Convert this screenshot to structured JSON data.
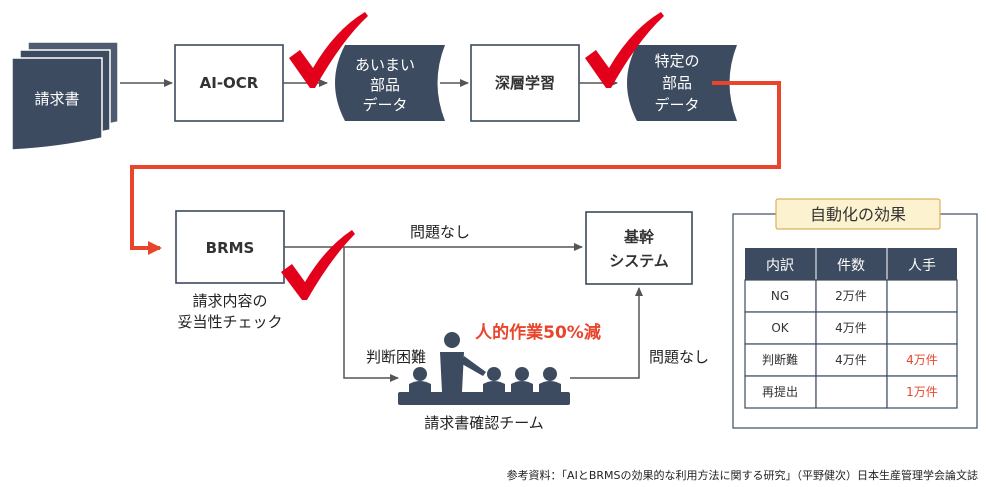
{
  "nodes": {
    "invoice": "請求書",
    "ai_ocr": "AI-OCR",
    "ambiguous_parts": [
      "あいまい",
      "部品",
      "データ"
    ],
    "deep_learning": "深層学習",
    "specific_parts": [
      "特定の",
      "部品",
      "データ"
    ],
    "brms": "BRMS",
    "core_system": [
      "基幹",
      "システム"
    ],
    "review_team": "請求書確認チーム"
  },
  "labels": {
    "brms_check": [
      "請求内容の",
      "妥当性チェック"
    ],
    "no_problem_top": "問題なし",
    "hard_to_judge": "判断困難",
    "no_problem_right": "問題なし",
    "reduction": "人的作業50%減"
  },
  "effect_table": {
    "title": "自動化の効果",
    "headers": [
      "内訳",
      "件数",
      "人手"
    ],
    "rows": [
      [
        "NG",
        "2万件",
        ""
      ],
      [
        "OK",
        "4万件",
        ""
      ],
      [
        "判断難",
        "4万件",
        "4万件"
      ],
      [
        "再提出",
        "",
        "1万件"
      ]
    ]
  },
  "reference": "参考資料：「AIとBRMSの効果的な利用方法に関する研究」（平野健次）日本生産管理学会論文誌",
  "colors": {
    "accent_red": "#e8452c",
    "navy": "#3d4b60",
    "check_red": "#e3001b",
    "title_bg": "#fdf2d0"
  }
}
